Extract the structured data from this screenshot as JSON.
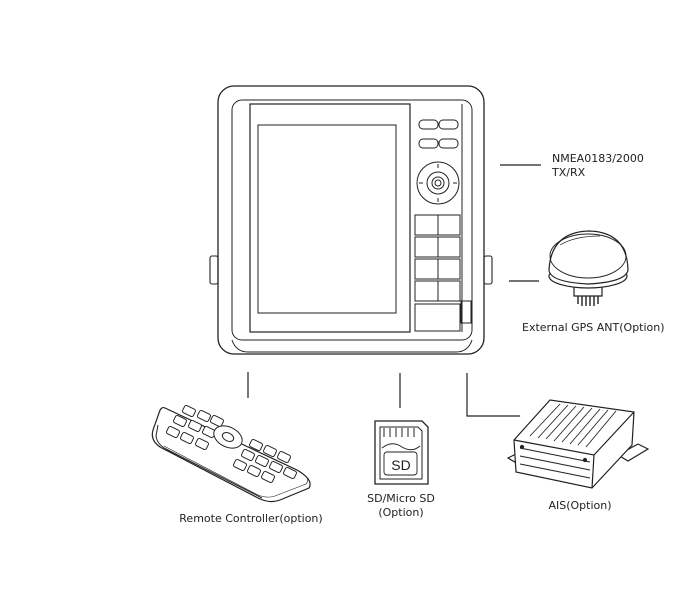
{
  "labels": {
    "nmea_line1": "NMEA0183/2000",
    "nmea_line2": "TX/RX",
    "gps": "External GPS ANT(Option)",
    "remote": "Remote Controller(option)",
    "sd_line1": "SD/Micro SD",
    "sd_line2": "(Option)",
    "sd_card_text": "SD",
    "ais": "AIS(Option)"
  }
}
